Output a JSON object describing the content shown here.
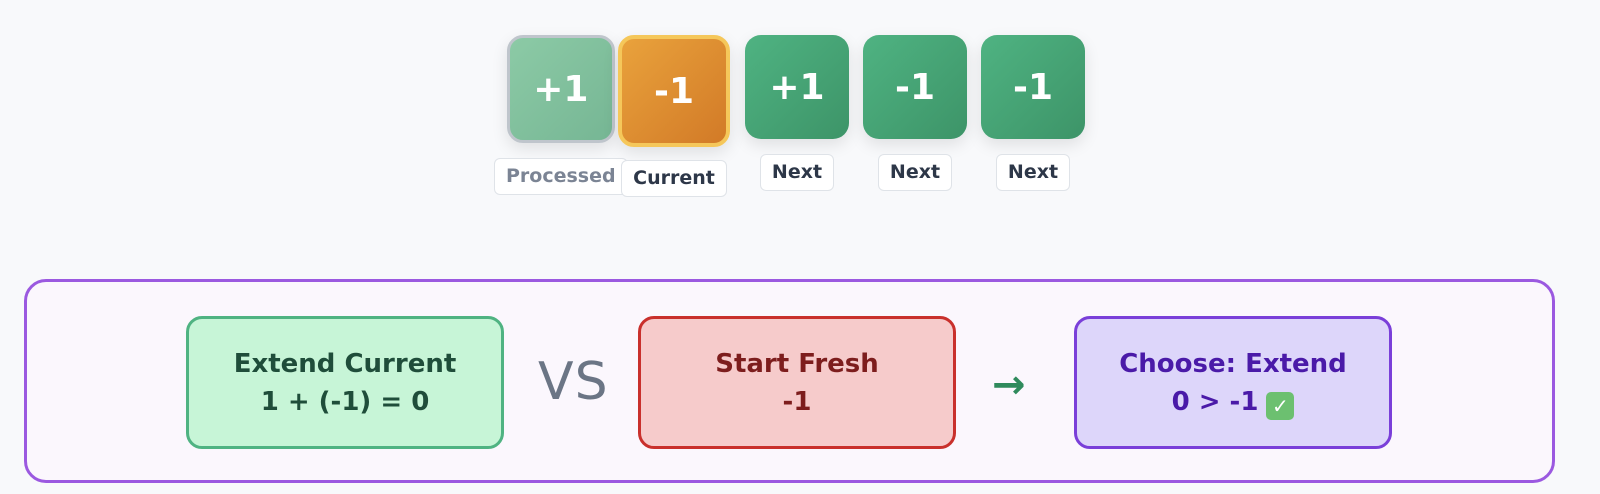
{
  "array": [
    {
      "value": "+1",
      "tag": "Processed",
      "state": "processed"
    },
    {
      "value": "-1",
      "tag": "Current",
      "state": "current"
    },
    {
      "value": "+1",
      "tag": "Next",
      "state": "next"
    },
    {
      "value": "-1",
      "tag": "Next",
      "state": "next"
    },
    {
      "value": "-1",
      "tag": "Next",
      "state": "next"
    }
  ],
  "compare": {
    "extend": {
      "title": "Extend Current",
      "formula": "1 + (-1) = 0"
    },
    "vs": "VS",
    "fresh": {
      "title": "Start Fresh",
      "value": "-1"
    },
    "arrow": "→",
    "choose": {
      "title": "Choose: Extend",
      "result": "0 > -1",
      "check_icon": "check-mark-button-icon"
    }
  },
  "colors": {
    "processed": "#8ccaa6",
    "current": "#e9a23c",
    "next": "#4fb382",
    "panel_border": "#9b59e0",
    "extend_bg": "#c7f5d7",
    "fresh_bg": "#f6cbcb",
    "choose_bg": "#ddd6fa"
  }
}
